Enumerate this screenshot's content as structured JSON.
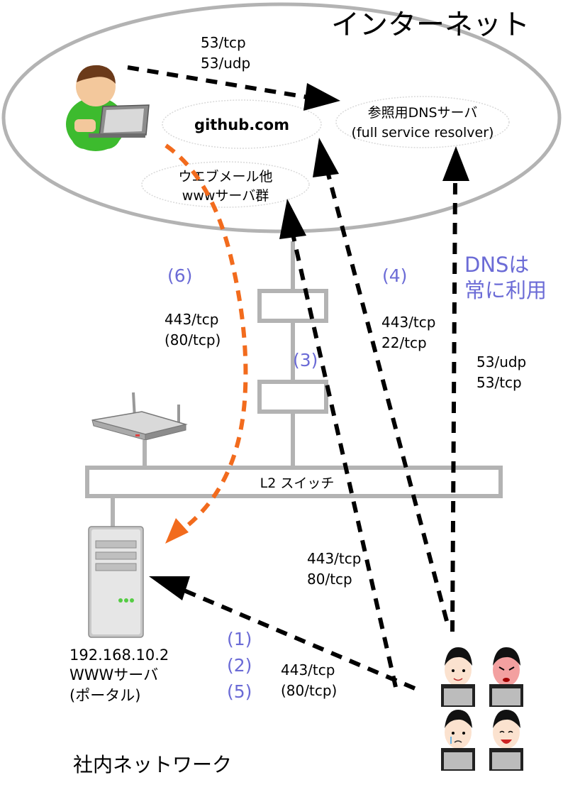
{
  "internet": {
    "title": "インターネット"
  },
  "intranet": {
    "title": "社内ネットワーク"
  },
  "nodes": {
    "github": "github.com",
    "resolver": [
      "参照用DNSサーバ",
      "(full service resolver)"
    ],
    "webmail": [
      "ウエブメール他",
      "wwwサーバ群"
    ],
    "l2switch": "L2 スイッチ",
    "portal": [
      "192.168.10.2",
      "WWWサーバ",
      "(ポータル)"
    ]
  },
  "ports": {
    "external_dns": [
      "53/tcp",
      "53/udp"
    ],
    "portal_return": [
      "443/tcp",
      "(80/tcp)"
    ],
    "web_out": [
      "443/tcp",
      "80/tcp"
    ],
    "github_out": [
      "443/tcp",
      "22/tcp"
    ],
    "dns_out": [
      "53/udp",
      "53/tcp"
    ],
    "portal_access": [
      "443/tcp",
      "(80/tcp)"
    ]
  },
  "steps": {
    "s6": "(6)",
    "s4": "(4)",
    "s3": "(3)",
    "s1": "(1)",
    "s2": "(2)",
    "s5": "(5)",
    "dns_note": [
      "DNSは",
      "常に利用"
    ]
  },
  "colors": {
    "accent_step": "#6b6bd6",
    "orange_arrow": "#f26b1d",
    "gray_line": "#b3b3b3"
  }
}
